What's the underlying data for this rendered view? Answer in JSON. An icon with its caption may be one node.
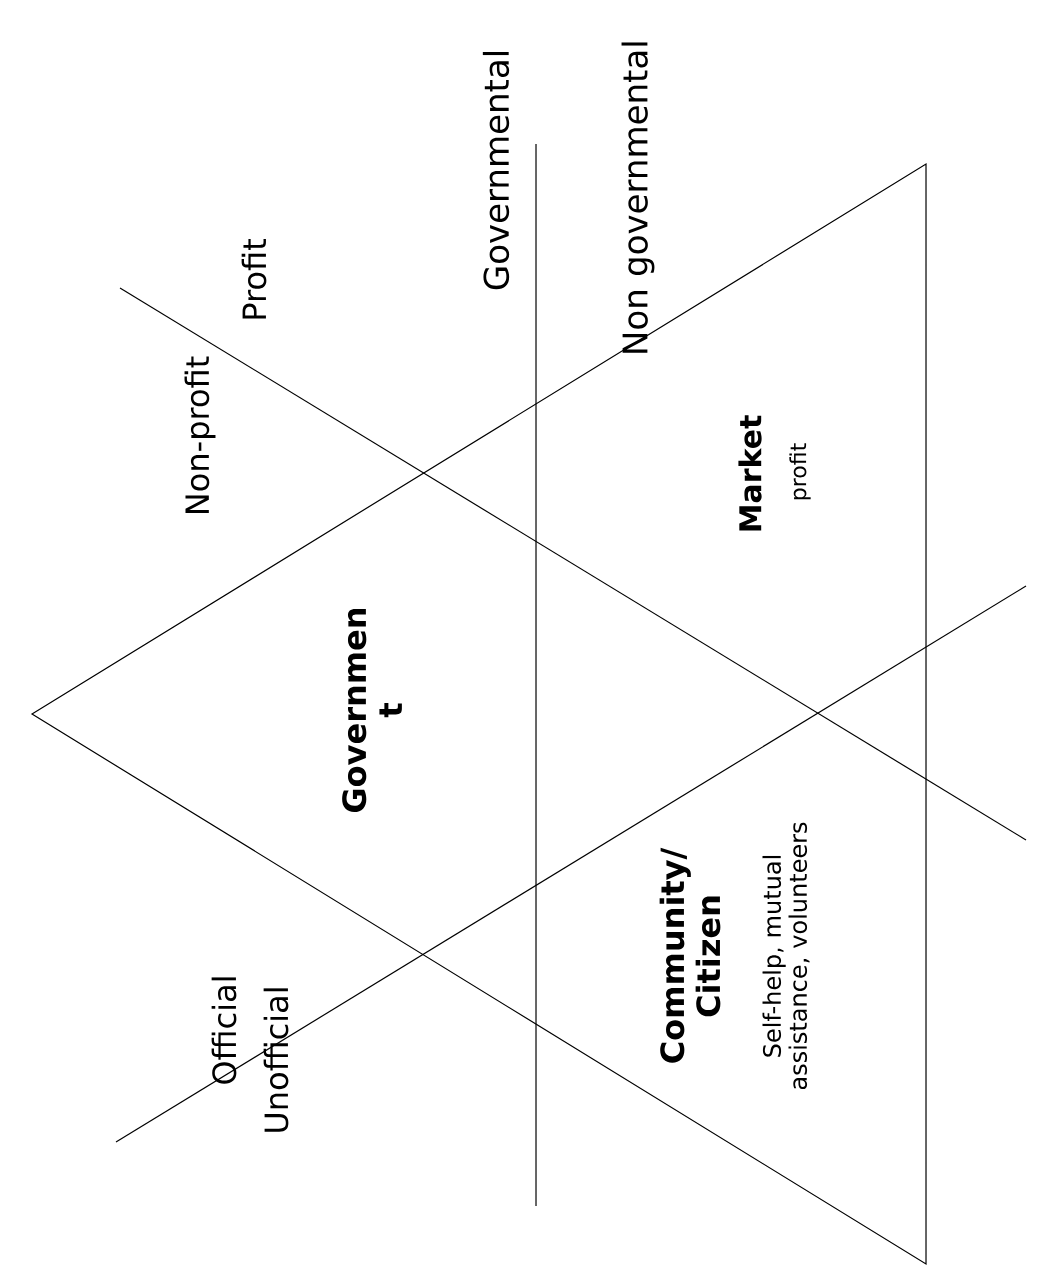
{
  "diagram": {
    "labels": [
      "Governmental",
      "Non governmental",
      "Profit",
      "Non-profit",
      "Market",
      "profit",
      "Governmen t",
      "Community/ Citizen",
      "Self-help, mutual assistance, volunteers",
      "Official",
      "Unofficial"
    ]
  }
}
